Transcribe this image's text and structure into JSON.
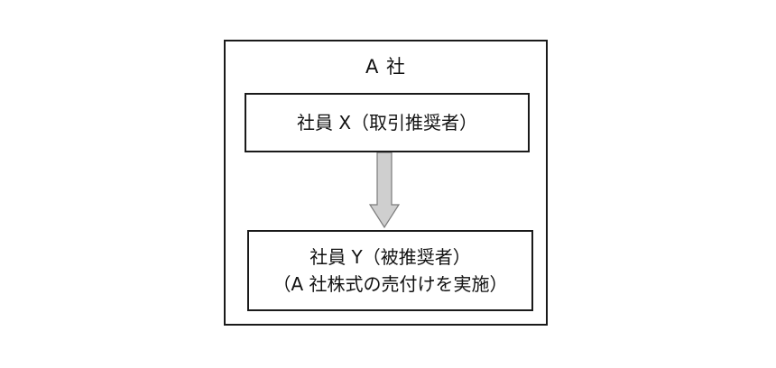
{
  "diagram": {
    "company": {
      "label": "A 社"
    },
    "employee_x": {
      "label": "社員 X（取引推奨者）"
    },
    "employee_y": {
      "label": "社員 Y（被推奨者）",
      "sublabel": "（A 社株式の売付けを実施）"
    },
    "arrow": {
      "from": "employee_x",
      "to": "employee_y",
      "fill_color": "#cfcfcf",
      "stroke_color": "#7a7a7a"
    }
  }
}
